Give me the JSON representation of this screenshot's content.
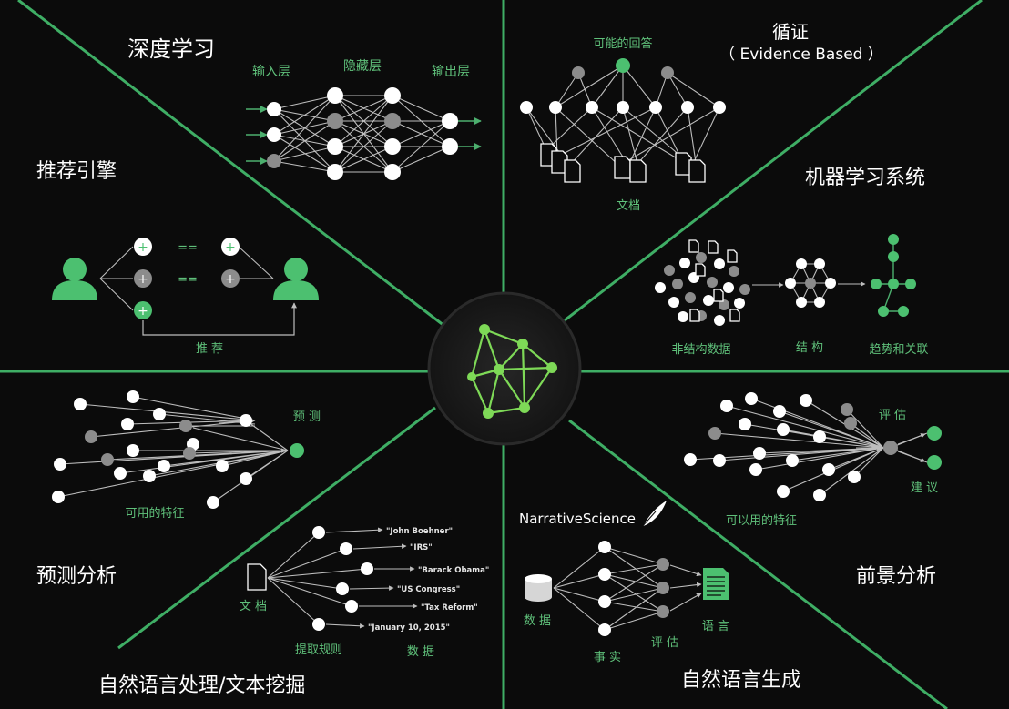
{
  "sections": {
    "deep_learning": {
      "title": "深度学习",
      "input_layer": "输入层",
      "hidden_layer": "隐藏层",
      "output_layer": "输出层"
    },
    "evidence_based": {
      "title": "循证",
      "subtitle": "（ Evidence Based ）",
      "answers": "可能的回答",
      "documents": "文档"
    },
    "recommendation": {
      "title": "推荐引擎",
      "equals": "==",
      "recommend": "推 荐"
    },
    "machine_learning": {
      "title": "机器学习系统",
      "unstructured": "非结构数据",
      "structure": "结 构",
      "trends": "趋势和关联"
    },
    "predictive": {
      "title": "预测分析",
      "prediction": "预 测",
      "features": "可用的特征"
    },
    "prescriptive": {
      "title": "前景分析",
      "evaluate": "评 估",
      "advice": "建 议",
      "features": "可以用的特征"
    },
    "nlp": {
      "title": "自然语言处理/文本挖掘",
      "document": "文 档",
      "rules": "提取规则",
      "data": "数 据",
      "entities": [
        "\"John Boehner\"",
        "\"IRS\"",
        "\"Barack Obama\"",
        "\"US Congress\"",
        "\"Tax Reform\"",
        "\"January 10, 2015\""
      ]
    },
    "nlg": {
      "title": "自然语言生成",
      "brand": "NarrativeScience",
      "data": "数 据",
      "facts": "事 实",
      "evaluate": "评 估",
      "language": "语 言"
    }
  },
  "colors": {
    "background": "#0b0b0b",
    "accent": "#3fae65",
    "node_gray": "#8c8c8c",
    "node_white": "#ffffff"
  },
  "icons": [
    "person-icon",
    "plus-icon",
    "document-icon",
    "database-icon",
    "feather-icon",
    "network-logo-icon"
  ]
}
